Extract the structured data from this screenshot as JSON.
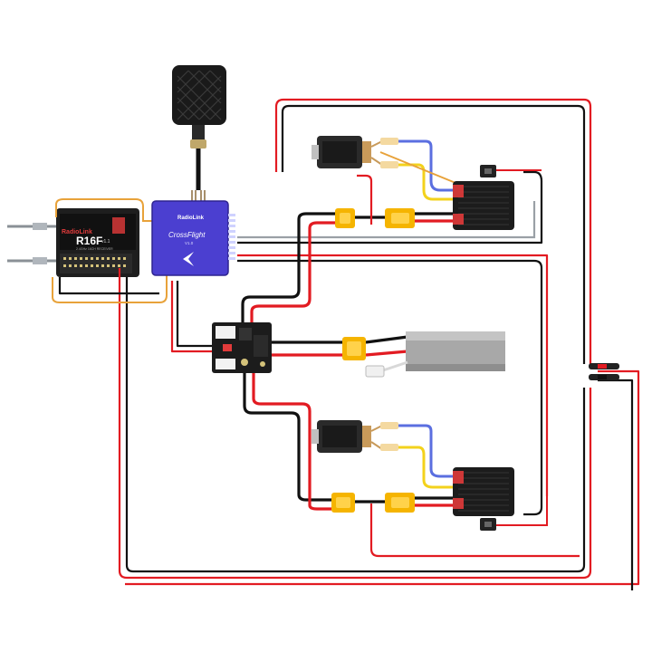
{
  "receiver": {
    "brand": "RadioLink",
    "model": "R16F",
    "version": "v1.1",
    "subtitle": "2.4GHz 16CH RECEIVER"
  },
  "flight_controller": {
    "brand": "RadioLink",
    "name": "CrossFlight",
    "version": "V1.0"
  },
  "colors": {
    "red_wire": "#e21b22",
    "black_wire": "#111111",
    "yellow_wire": "#f3d21c",
    "blue_wire": "#5b6fe0",
    "xt60": "#f5b400",
    "fc_body": "#4b3fd0",
    "battery": "#a8a8a8"
  }
}
